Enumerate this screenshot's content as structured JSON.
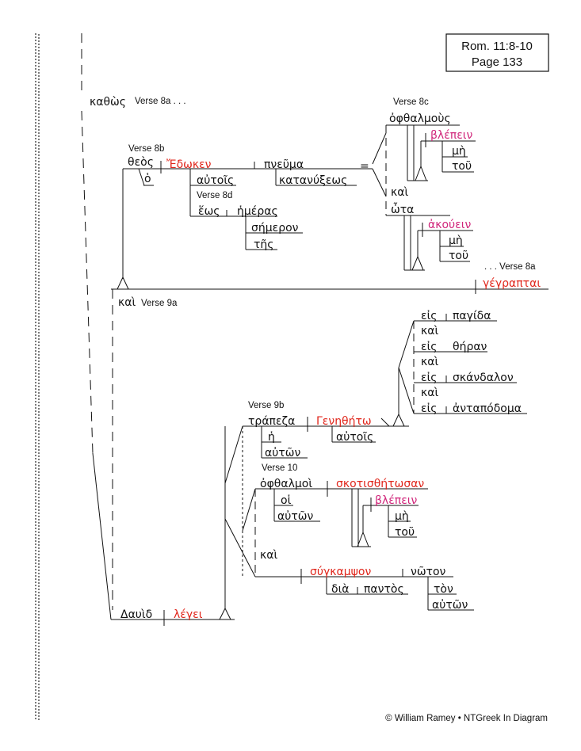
{
  "reference": {
    "line1": "Rom. 11:8-10",
    "line2": "Page 133"
  },
  "copyright": "© William Ramey • NTGreek In Diagram",
  "colors": {
    "ink": "#111111",
    "verb": "#e0261b",
    "infinitive": "#d0257a"
  },
  "verse_labels": {
    "v8a_top": "Verse 8a . . .",
    "v8b": "Verse 8b",
    "v8c": "Verse 8c",
    "v8d": "Verse 8d",
    "v8a_end": ". . . Verse 8a",
    "v9a": "Verse 9a",
    "v9b": "Verse 9b",
    "v10": "Verse 10"
  },
  "words": {
    "kathos": "καθὼς",
    "theos": "θεὸς",
    "ho": "ὁ",
    "edoken": "Ἔδωκεν",
    "pneuma": "πνεῦμα",
    "autois_8b": "αὐτοῖς",
    "katanyxeos": "κατανύξεως",
    "heos": "ἕως",
    "hemeras": "ἡμέρας",
    "semeron": "σήμερον",
    "tes": "τῆς",
    "equals": "=",
    "ophthalmous": "ὀφθαλμοὺς",
    "blepein_8c": "βλέπειν",
    "me_1": "μὴ",
    "tou_1": "τοῦ",
    "kai_8c": "καὶ",
    "ota": "ὦτα",
    "akouein": "ἀκούειν",
    "me_2": "μὴ",
    "tou_2": "τοῦ",
    "gegraptai": "γέγραπται",
    "kai_9a": "καὶ",
    "eis_1": "εἰς",
    "pagida": "παγίδα",
    "kai_c1": "καὶ",
    "eis_2": "εἰς",
    "theran": "θήραν",
    "kai_c2": "καὶ",
    "eis_3": "εἰς",
    "skandalon": "σκάνδαλον",
    "kai_c3": "καὶ",
    "eis_4": "εἰς",
    "antapodoma": "ἀνταπόδομα",
    "trapeza": "τράπεζα",
    "genetheto": "Γενηθήτω",
    "he": "ἡ",
    "auton_9b": "αὐτῶν",
    "autois_9b": "αὐτοῖς",
    "ophthalmoi": "ὀφθαλμοὶ",
    "skotisthetosan": "σκοτισθήτωσαν",
    "hoi": "οἱ",
    "auton_10a": "αὐτῶν",
    "blepein_10": "βλέπειν",
    "me_3": "μὴ",
    "tou_3": "τοῦ",
    "kai_10": "καὶ",
    "synkampson": "σύγκαμψον",
    "noton": "νῶτον",
    "dia": "διὰ",
    "pantos": "παντὸς",
    "ton": "τὸν",
    "auton_10b": "αὐτῶν",
    "dauid": "Δαυὶδ",
    "legei": "λέγει"
  }
}
